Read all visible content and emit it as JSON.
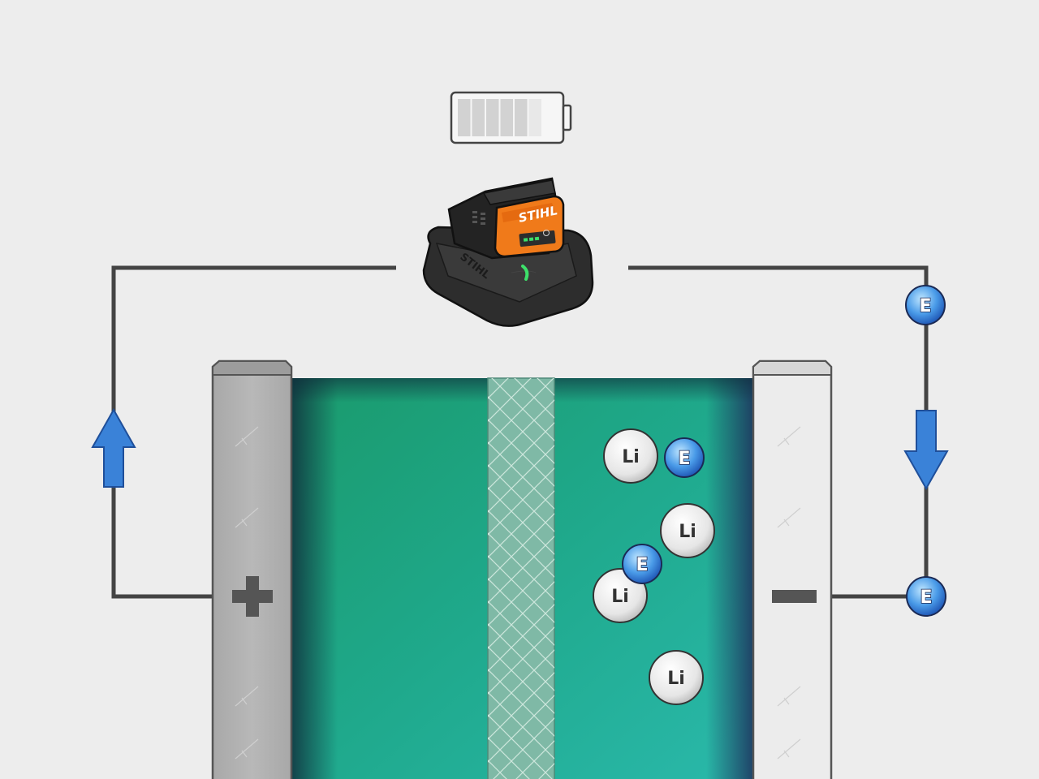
{
  "diagram": {
    "battery_indicator": {
      "segments_total": 6,
      "charge_level_fraction": 0.83
    },
    "charger": {
      "brand_text": "STIHL",
      "base_text": "STIHL",
      "led_count_lit": 3
    },
    "electrodes": {
      "positive_symbol": "+",
      "negative_symbol": "−"
    },
    "particles": {
      "lithium_label": "Li",
      "electron_label": "E"
    },
    "colors": {
      "background": "#ededed",
      "wire": "#444444",
      "arrow": "#3a82d8",
      "electrolyte_green": "#1a9e70",
      "electrolyte_teal": "#2ab9a8",
      "separator": "#7fb9a6",
      "positive_electrode": "#b5b5b5",
      "negative_electrode": "#ececec",
      "charger_orange": "#f07a1a",
      "charger_body": "#2d2d2d"
    }
  }
}
